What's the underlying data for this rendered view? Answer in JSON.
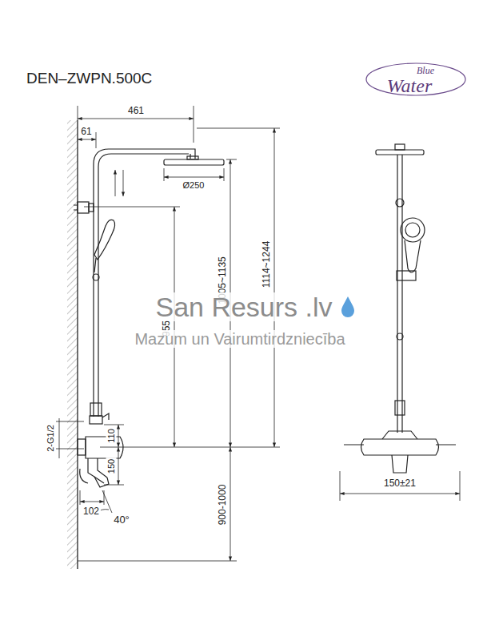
{
  "diagram": {
    "title": "DEN–ZWPN.500C",
    "labels": [
      "Blue",
      "Water",
      "461",
      "61",
      "Ø250",
      "955",
      "1005~1135",
      "1114~1244",
      "San Resurs .lv",
      "Mazum un Vairumtirdzniecība",
      "2-G1/2",
      "110",
      "150",
      "102",
      "40°",
      "900-1000",
      "150±21"
    ]
  }
}
